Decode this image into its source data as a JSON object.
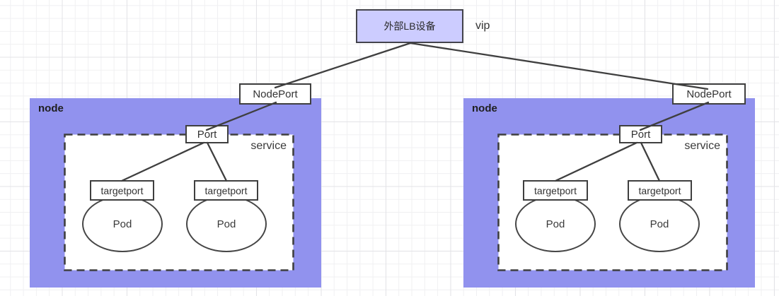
{
  "lb": {
    "label": "外部LB设备",
    "vip": "vip"
  },
  "nodes": [
    {
      "label": "node",
      "nodeport": "NodePort",
      "port": "Port",
      "service": "service",
      "targetports": [
        "targetport",
        "targetport"
      ],
      "pods": [
        "Pod",
        "Pod"
      ]
    },
    {
      "label": "node",
      "nodeport": "NodePort",
      "port": "Port",
      "service": "service",
      "targetports": [
        "targetport",
        "targetport"
      ],
      "pods": [
        "Pod",
        "Pod"
      ]
    }
  ],
  "colors": {
    "node_fill": "#9192ee",
    "lb_fill": "#ccccff",
    "stroke": "#3f3f3f",
    "grid_minor": "#f0f0f2",
    "grid_major": "#e3e3e7",
    "text": "#333333"
  }
}
